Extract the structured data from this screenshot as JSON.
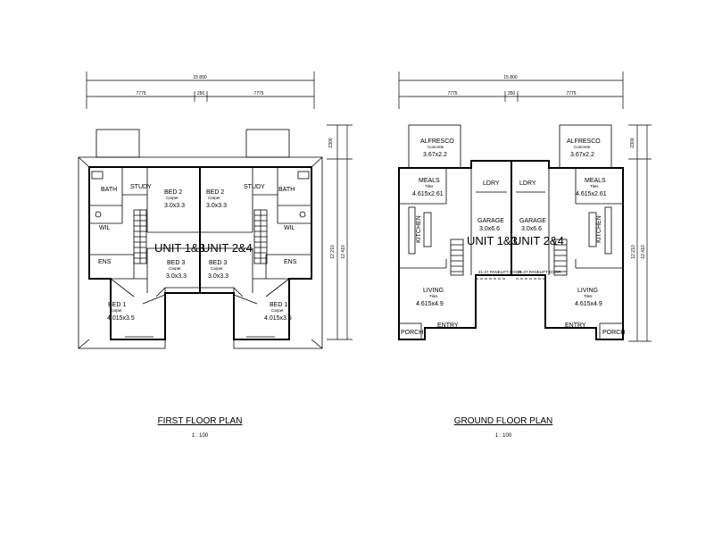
{
  "first_floor": {
    "title": "FIRST FLOOR PLAN",
    "scale": "1 : 100",
    "dim_total": "15 800",
    "dim_left": "7775",
    "dim_mid": "250",
    "dim_right": "7775",
    "dim_side_inner": "12 210",
    "dim_side_outer": "12 410",
    "dim_side_top": "2300",
    "units_label_left": "UNIT 1&3",
    "units_label_right": "UNIT 2&4",
    "rooms": {
      "bath": "BATH",
      "study": "STUDY",
      "wil": "WIL",
      "ens": "ENS",
      "bed": "BED",
      "bed2": "BED 2",
      "bed3": "BED 3",
      "bed1": "BED 1",
      "carpet": "Carpet",
      "size_33": "3.0x3.3",
      "size_bed1": "4.015x3.5"
    }
  },
  "ground_floor": {
    "title": "GROUND FLOOR PLAN",
    "scale": "1 : 100",
    "dim_total": "15 800",
    "dim_left": "7775",
    "dim_mid": "250",
    "dim_right": "7775",
    "dim_side_inner": "12 210",
    "dim_side_outer": "12 410",
    "dim_side_top": "2300",
    "units_label_left": "UNIT 1&3",
    "units_label_right": "UNIT 2&4",
    "rooms": {
      "alfresco": "ALFRESCO",
      "concrete": "Concrete",
      "alfresco_size": "3.67x2.2",
      "meals": "MEALS",
      "tiles": "Tiles",
      "meals_size": "4.615x2.61",
      "kitchen": "KITCHEN",
      "lory": "LDRY",
      "garage": "GARAGE",
      "garage_size": "3.0x6.6",
      "living": "LIVING",
      "living_size": "4.615x4.9",
      "entry": "ENTRY",
      "porch": "PORCH",
      "panelift": "21-27 PANELIFT DOOR"
    }
  }
}
